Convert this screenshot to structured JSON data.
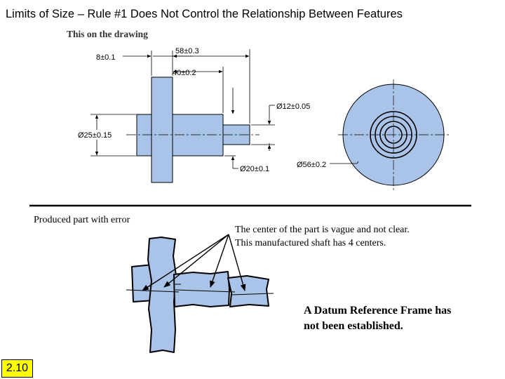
{
  "slide": {
    "title": "Limits of Size – Rule #1 Does Not Control the Relationship Between Features",
    "number": "2.10"
  },
  "drawing": {
    "caption": "This on the drawing",
    "dimensions": {
      "flange_thickness": "8±0.1",
      "overall_length": "58±0.3",
      "hub_length": "40±0.2",
      "small_diameter": "Ø12±0.05",
      "flange_diameter": "Ø25±0.15",
      "hub_diameter": "Ø20±0.1",
      "end_view_diameter": "Ø56±0.2"
    }
  },
  "produced": {
    "label": "Produced part with error",
    "center_note_line1": "The center of the part is vague and not clear.",
    "center_note_line2": "This manufactured shaft has 4 centers.",
    "datum_note_line1": "A Datum Reference Frame has",
    "datum_note_line2": "not been established."
  },
  "colors": {
    "part_fill": "#a9c4e8",
    "slide_number_bg": "#ffff00"
  }
}
